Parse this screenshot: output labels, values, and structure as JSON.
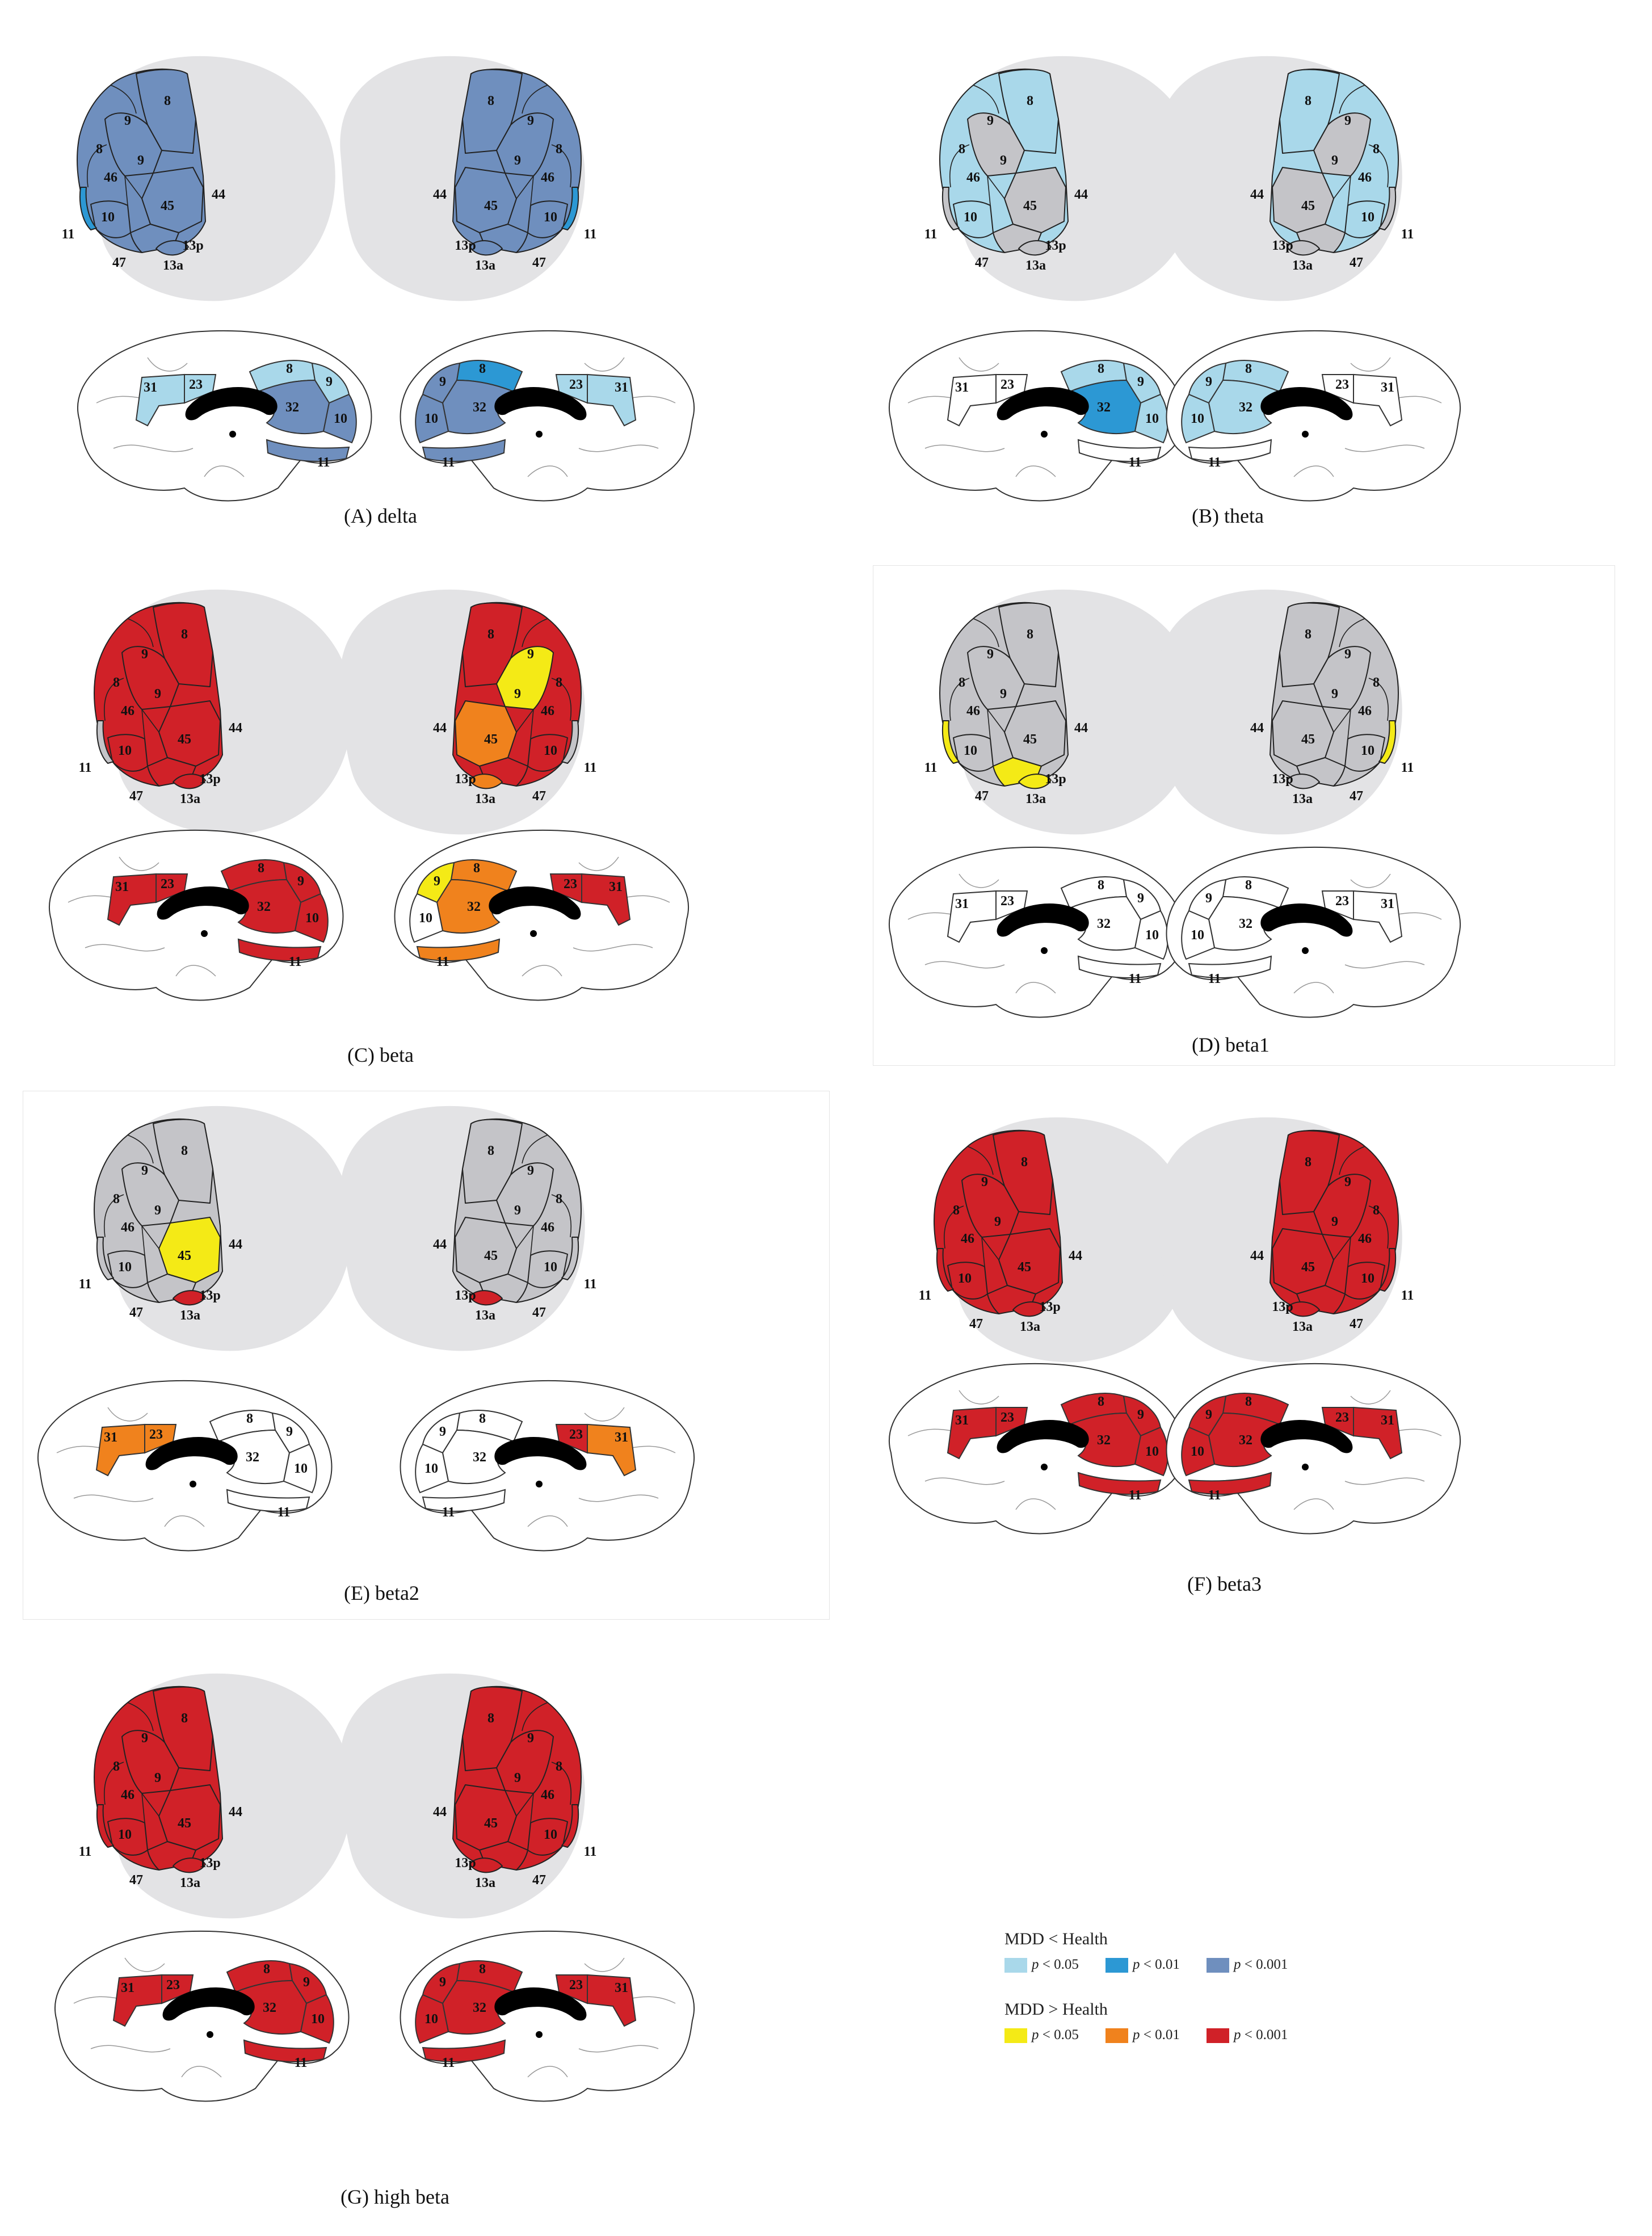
{
  "colors": {
    "mdd_lt_p05": "#a9d8ea",
    "mdd_lt_p01": "#2c98d4",
    "mdd_lt_p001": "#6f8fbe",
    "mdd_gt_p05": "#f4ea16",
    "mdd_gt_p01": "#f0821d",
    "mdd_gt_p001": "#d02128",
    "nonsig": "#c4c4c8",
    "plain": "#ffffff"
  },
  "region_labels": {
    "lateral": [
      "8",
      "9",
      "9",
      "8",
      "46",
      "45",
      "44",
      "10",
      "11",
      "47",
      "13a",
      "13p"
    ],
    "medial": [
      "31",
      "23",
      "8",
      "9",
      "32",
      "10",
      "11"
    ]
  },
  "panels": [
    {
      "caption": "(A) delta",
      "lat_left": {
        "base": "mdd_lt_p001",
        "r8": "mdd_lt_p001",
        "r9": "mdd_lt_p001",
        "r45": "mdd_lt_p001",
        "r10": "mdd_lt_p001",
        "r47": "mdd_lt_p001",
        "r13": "mdd_lt_p001",
        "strip": "mdd_lt_p01"
      },
      "lat_right": {
        "base": "mdd_lt_p001",
        "r8": "mdd_lt_p001",
        "r9": "mdd_lt_p001",
        "r45": "mdd_lt_p001",
        "r10": "mdd_lt_p001",
        "r47": "mdd_lt_p001",
        "r13": "mdd_lt_p001",
        "strip": "mdd_lt_p01"
      },
      "med_left": {
        "c31": "mdd_lt_p05",
        "c23": "mdd_lt_p05",
        "s8": "mdd_lt_p05",
        "s9": "mdd_lt_p05",
        "s32": "mdd_lt_p001",
        "s10": "mdd_lt_p001",
        "s11": "mdd_lt_p001"
      },
      "med_right": {
        "c31": "mdd_lt_p05",
        "c23": "mdd_lt_p05",
        "s8": "mdd_lt_p01",
        "s9": "mdd_lt_p001",
        "s32": "mdd_lt_p001",
        "s10": "mdd_lt_p001",
        "s11": "mdd_lt_p001"
      }
    },
    {
      "caption": "(B) theta",
      "lat_left": {
        "base": "mdd_lt_p05",
        "r8": "mdd_lt_p05",
        "r9": "nonsig",
        "r45": "nonsig",
        "r10": "mdd_lt_p05",
        "r47": "nonsig",
        "r13": "nonsig",
        "strip": "nonsig"
      },
      "lat_right": {
        "base": "mdd_lt_p05",
        "r8": "mdd_lt_p05",
        "r9": "nonsig",
        "r45": "nonsig",
        "r10": "mdd_lt_p05",
        "r47": "nonsig",
        "r13": "nonsig",
        "strip": "nonsig"
      },
      "med_left": {
        "c31": "plain",
        "c23": "plain",
        "s8": "mdd_lt_p05",
        "s9": "mdd_lt_p05",
        "s32": "mdd_lt_p01",
        "s10": "mdd_lt_p05",
        "s11": "plain"
      },
      "med_right": {
        "c31": "plain",
        "c23": "plain",
        "s8": "mdd_lt_p05",
        "s9": "mdd_lt_p05",
        "s32": "mdd_lt_p05",
        "s10": "mdd_lt_p05",
        "s11": "plain"
      }
    },
    {
      "caption": "(C) beta",
      "lat_left": {
        "base": "mdd_gt_p001",
        "r8": "mdd_gt_p001",
        "r9": "mdd_gt_p001",
        "r45": "mdd_gt_p001",
        "r10": "mdd_gt_p001",
        "r47": "mdd_gt_p001",
        "r13": "mdd_gt_p001",
        "strip": "nonsig"
      },
      "lat_right": {
        "base": "mdd_gt_p001",
        "r8": "mdd_gt_p001",
        "r9": "mdd_gt_p05",
        "r45": "mdd_gt_p01",
        "r10": "mdd_gt_p001",
        "r47": "mdd_gt_p001",
        "r13": "mdd_gt_p01",
        "strip": "nonsig"
      },
      "med_left": {
        "c31": "mdd_gt_p001",
        "c23": "mdd_gt_p001",
        "s8": "mdd_gt_p001",
        "s9": "mdd_gt_p001",
        "s32": "mdd_gt_p001",
        "s10": "mdd_gt_p001",
        "s11": "mdd_gt_p001"
      },
      "med_right": {
        "c31": "mdd_gt_p001",
        "c23": "mdd_gt_p001",
        "s8": "mdd_gt_p01",
        "s9": "mdd_gt_p05",
        "s32": "mdd_gt_p01",
        "s10": "plain",
        "s11": "mdd_gt_p01"
      }
    },
    {
      "caption": "(D) beta1",
      "lat_left": {
        "base": "nonsig",
        "r8": "nonsig",
        "r9": "nonsig",
        "r45": "nonsig",
        "r10": "nonsig",
        "r47": "mdd_gt_p05",
        "r13": "mdd_gt_p05",
        "strip": "mdd_gt_p05"
      },
      "lat_right": {
        "base": "nonsig",
        "r8": "nonsig",
        "r9": "nonsig",
        "r45": "nonsig",
        "r10": "nonsig",
        "r47": "nonsig",
        "r13": "nonsig",
        "strip": "mdd_gt_p05"
      },
      "med_left": {
        "c31": "plain",
        "c23": "plain",
        "s8": "plain",
        "s9": "plain",
        "s32": "plain",
        "s10": "plain",
        "s11": "plain"
      },
      "med_right": {
        "c31": "plain",
        "c23": "plain",
        "s8": "plain",
        "s9": "plain",
        "s32": "plain",
        "s10": "plain",
        "s11": "plain"
      }
    },
    {
      "caption": "(E) beta2",
      "lat_left": {
        "base": "nonsig",
        "r8": "nonsig",
        "r9": "nonsig",
        "r45": "mdd_gt_p05",
        "r10": "nonsig",
        "r47": "nonsig",
        "r13": "mdd_gt_p001",
        "strip": "nonsig"
      },
      "lat_right": {
        "base": "nonsig",
        "r8": "nonsig",
        "r9": "nonsig",
        "r45": "nonsig",
        "r10": "nonsig",
        "r47": "nonsig",
        "r13": "mdd_gt_p001",
        "strip": "nonsig"
      },
      "med_left": {
        "c31": "mdd_gt_p01",
        "c23": "mdd_gt_p01",
        "s8": "plain",
        "s9": "plain",
        "s32": "plain",
        "s10": "plain",
        "s11": "plain"
      },
      "med_right": {
        "c31": "mdd_gt_p01",
        "c23": "mdd_gt_p001",
        "s8": "plain",
        "s9": "plain",
        "s32": "plain",
        "s10": "plain",
        "s11": "plain"
      }
    },
    {
      "caption": "(F) beta3",
      "lat_left": {
        "base": "mdd_gt_p001",
        "r8": "mdd_gt_p001",
        "r9": "mdd_gt_p001",
        "r45": "mdd_gt_p001",
        "r10": "mdd_gt_p001",
        "r47": "mdd_gt_p001",
        "r13": "mdd_gt_p001",
        "strip": "mdd_gt_p001"
      },
      "lat_right": {
        "base": "mdd_gt_p001",
        "r8": "mdd_gt_p001",
        "r9": "mdd_gt_p001",
        "r45": "mdd_gt_p001",
        "r10": "mdd_gt_p001",
        "r47": "mdd_gt_p001",
        "r13": "mdd_gt_p001",
        "strip": "mdd_gt_p001"
      },
      "med_left": {
        "c31": "mdd_gt_p001",
        "c23": "mdd_gt_p001",
        "s8": "mdd_gt_p001",
        "s9": "mdd_gt_p001",
        "s32": "mdd_gt_p001",
        "s10": "mdd_gt_p001",
        "s11": "mdd_gt_p001"
      },
      "med_right": {
        "c31": "mdd_gt_p001",
        "c23": "mdd_gt_p001",
        "s8": "mdd_gt_p001",
        "s9": "mdd_gt_p001",
        "s32": "mdd_gt_p001",
        "s10": "mdd_gt_p001",
        "s11": "mdd_gt_p001"
      }
    },
    {
      "caption": "(G) high beta",
      "lat_left": {
        "base": "mdd_gt_p001",
        "r8": "mdd_gt_p001",
        "r9": "mdd_gt_p001",
        "r45": "mdd_gt_p001",
        "r10": "mdd_gt_p001",
        "r47": "mdd_gt_p001",
        "r13": "mdd_gt_p001",
        "strip": "mdd_gt_p001"
      },
      "lat_right": {
        "base": "mdd_gt_p001",
        "r8": "mdd_gt_p001",
        "r9": "mdd_gt_p001",
        "r45": "mdd_gt_p001",
        "r10": "mdd_gt_p001",
        "r47": "mdd_gt_p001",
        "r13": "mdd_gt_p001",
        "strip": "mdd_gt_p001"
      },
      "med_left": {
        "c31": "mdd_gt_p001",
        "c23": "mdd_gt_p001",
        "s8": "mdd_gt_p001",
        "s9": "mdd_gt_p001",
        "s32": "mdd_gt_p001",
        "s10": "mdd_gt_p001",
        "s11": "mdd_gt_p001"
      },
      "med_right": {
        "c31": "mdd_gt_p001",
        "c23": "mdd_gt_p001",
        "s8": "mdd_gt_p001",
        "s9": "mdd_gt_p001",
        "s32": "mdd_gt_p001",
        "s10": "mdd_gt_p001",
        "s11": "mdd_gt_p001"
      }
    }
  ],
  "legend": {
    "lt_title": "MDD < Health",
    "gt_title": "MDD > Health",
    "p_symbol": "p",
    "p05": "< 0.05",
    "p01": "< 0.01",
    "p001": "< 0.001"
  }
}
